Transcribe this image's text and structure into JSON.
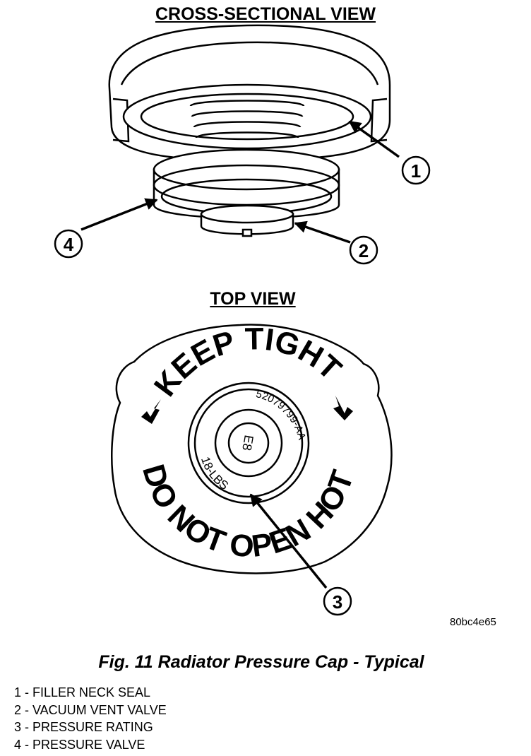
{
  "headings": {
    "cross": "CROSS-SECTIONAL VIEW",
    "top": "TOP VIEW"
  },
  "callouts": [
    "1",
    "2",
    "3",
    "4"
  ],
  "cap_text": {
    "keep_tight": "KEEP TIGHT",
    "do_not_open_hot": "DO NOT OPEN HOT",
    "part_number": "52079799-AA",
    "rating": "18-LBS",
    "center_mark": "E8"
  },
  "image_code": "80bc4e65",
  "caption": "Fig. 11 Radiator Pressure Cap - Typical",
  "legend": [
    "1 - FILLER NECK SEAL",
    "2 - VACUUM VENT VALVE",
    "3 - PRESSURE RATING",
    "4 - PRESSURE VALVE"
  ]
}
